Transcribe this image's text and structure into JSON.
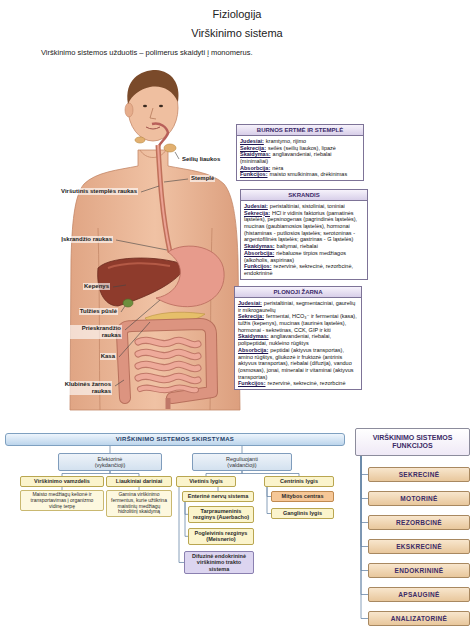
{
  "diagram": {
    "title": "Fiziologija",
    "nodes": [
      {
        "text": [
          "BURNOS ERTMĖ IR STEMPLĖ",
          "Judesiai:",
          "kramtymo, rijimo",
          "Sekrecija:",
          "seilės (seilių liaukos), lipazė",
          "Skaidymas:",
          "angliavandeniai, riebalai (minimaliai)",
          "Absorbcija:",
          "nėra",
          "Funkcijos:",
          "maisto smulkinimas, drėkinimas"
        ]
      },
      {
        "text": [
          "SKRANDIS",
          "Judesiai:",
          "peristaltiniai, sistoliniai, toniniai",
          "Sekrecija:",
          "HCl ir vidinis faktorius (pamatinės ląstelės), pepsinogenas (pagrindinės ląstelės), mucinas (gaubiamosios ląstelės), hormonai (histaminas - putliosios ląstelės; serotoninas - argentofilinės ląstelės; gastrinas - G ląstelės)",
          "Skaidymas:",
          "baltymai, riebalai",
          "Absorbcija:",
          "riebaluose tirpios medžiagos (alkoholis, aspirinas)",
          "Funkcijos:",
          "rezervinė, sekrecinė, rezorbcinė, endokrininė"
        ]
      },
      {
        "text": [
          "PLONOJI ŽARNA",
          "Judesiai:",
          "peristaltiniai, segmentaciniai, gaurelių ir mikrogaurelių",
          "Sekrecija:",
          "fermentai, HCO₃⁻ ir fermentai (kasa), tulžis (kepenys), mucinas (taurinės ląstelės), hormonai - sekretinas, CCK, GIP ir kiti",
          "Skaidymas:",
          "angliavandeniai, riebalai, polipeptidai, nukleino rūgštys",
          "Absorbcija:",
          "peptidai (aktyvus transportas), amino rūgštys, gliukozė ir fruktozė (antrinis aktyvus transportas), riebalai (difuzija), vanduo (osmosas), jonai, mineralai ir vitaminai (aktyvus transportas)",
          "Funkcijos:",
          "rezervinė, sekrecinė, rezorbcinė"
        ]
      },
      {
        "text": [
          "VIRŠKINIMO SISTEMOS SKIRSTYMAS"
        ]
      },
      {
        "text": [
          "Efektorinė (vykdančioji)"
        ]
      },
      {
        "text": [
          "Reguliuojanti (valdančioji)"
        ]
      },
      {
        "text": [
          "Virškinimo vamzdelis"
        ]
      },
      {
        "text": [
          "Liaukiniai dariniai"
        ]
      },
      {
        "text": [
          "Maisto medžiagų kelionė ir transportavimas į organizmo vidinę terpę"
        ]
      },
      {
        "text": [
          "Gamina virškinimo fermentus, kurie užtikrina maistinių medžiagų hidrolitinį skaidymą"
        ]
      },
      {
        "text": [
          "Vietinis lygis"
        ]
      },
      {
        "text": [
          "Centrinis lygis"
        ]
      },
      {
        "text": [
          "Enterinė nervų sistema"
        ]
      },
      {
        "text": [
          "Tarpraumeninis rezginys (Auerbacho)"
        ]
      },
      {
        "text": [
          "Pogleivinis rezginys (Meisnerio)"
        ]
      },
      {
        "text": [
          "Difuzinė endokrininė virškinimo trakto sistema"
        ]
      },
      {
        "text": [
          "Mitybos centras"
        ]
      },
      {
        "text": [
          "Ganglinis lygis"
        ]
      },
      {
        "text": [
          "VIRŠKINIMO SISTEMOS FUNKCIJOS"
        ]
      },
      {
        "text": [
          "SEKRECINĖ"
        ]
      },
      {
        "text": [
          "MOTORINĖ"
        ]
      },
      {
        "text": [
          "REZORBCINĖ"
        ]
      },
      {
        "text": [
          "EKSKRECINĖ"
        ]
      },
      {
        "text": [
          "ENDOKRININĖ"
        ]
      },
      {
        "text": [
          "APSAUGINĖ"
        ]
      },
      {
        "text": [
          "ANALIZATORINĖ"
        ]
      }
    ],
    "edges": [
      {
        "from": 3,
        "to": 4,
        "arrow": "none"
      },
      {
        "from": 3,
        "to": 5,
        "arrow": "none"
      },
      {
        "from": 4,
        "to": 6,
        "arrow": "none"
      },
      {
        "from": 4,
        "to": 7,
        "arrow": "none"
      },
      {
        "from": 6,
        "to": 8,
        "arrow": "none"
      },
      {
        "from": 7,
        "to": 9,
        "arrow": "none"
      },
      {
        "from": 5,
        "to": 10,
        "arrow": "none"
      },
      {
        "from": 5,
        "to": 11,
        "arrow": "none"
      },
      {
        "from": 10,
        "to": 12,
        "arrow": "none"
      },
      {
        "from": 12,
        "to": 13,
        "arrow": "none"
      },
      {
        "from": 12,
        "to": 14,
        "arrow": "none"
      },
      {
        "from": 10,
        "to": 15,
        "arrow": "none"
      },
      {
        "from": 11,
        "to": 16,
        "arrow": "none"
      },
      {
        "from": 11,
        "to": 17,
        "arrow": "none"
      },
      {
        "from": 18,
        "to": 19,
        "arrow": "none"
      },
      {
        "from": 18,
        "to": 20,
        "arrow": "none"
      },
      {
        "from": 18,
        "to": 21,
        "arrow": "none"
      },
      {
        "from": 18,
        "to": 22,
        "arrow": "none"
      },
      {
        "from": 18,
        "to": 23,
        "arrow": "none"
      },
      {
        "from": 18,
        "to": 24,
        "arrow": "none"
      },
      {
        "from": 18,
        "to": 25,
        "arrow": "none"
      }
    ],
    "labels": [
      "Virškinimo sistema",
      "Virškinimo sistemos užduotis – polimerus skaidyti į monomerus.",
      "Seilių liaukos",
      "Stemplė",
      "Viršutinis stemplės raukas",
      "Įskrandžio raukas",
      "Kepenys",
      "Tulžies pūslė",
      "Prieskrandžio raukas",
      "Kasa",
      "Klubinės žarnos raukas"
    ]
  }
}
